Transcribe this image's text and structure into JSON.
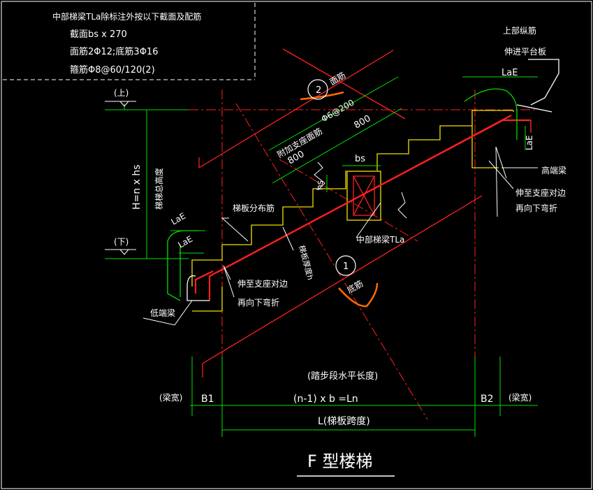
{
  "note": {
    "line1": "中部梯梁TLa除标注外按以下截面及配筋",
    "line2": "截面bs x 270",
    "line3": "面筋2Φ12;底筋3Φ16",
    "line4": "箍筋Φ8@60/120(2)"
  },
  "levels": {
    "upper": "(上)",
    "lower": "(下)"
  },
  "dims": {
    "height_formula": "H=n x hs",
    "height_label": "梯梯总高度",
    "bs": "bs",
    "hs": "hs",
    "d800a": "800",
    "d800b": "800",
    "lae_top": "LaE",
    "lae_right": "LaE",
    "lae_left1": "LaE",
    "lae_left2": "LaE",
    "step_run_label": "(踏步段水平长度)",
    "step_run_formula": "(n-1) x b =Ln",
    "span_label": "L(梯板跨度)",
    "b1": "B1",
    "b2": "B2",
    "beam_width_left": "(梁宽)",
    "beam_width_right": "(梁宽)"
  },
  "labels": {
    "upper_rebar": "上部纵筋",
    "extend_to_slab": "伸进平台板",
    "circle2": "2",
    "top_bar": "面筋",
    "added_top_bar": "附加支座面筋",
    "spacing": "Φ6@200",
    "high_end_beam": "高端梁",
    "extend_right1": "伸至支座对边",
    "extend_right2": "再向下弯折",
    "distribution_bar": "梯板分布筋",
    "mid_beam": "中部梯梁TLa",
    "slab_thickness": "梯板厚度h",
    "circle1": "1",
    "bottom_bar": "底筋",
    "extend_left1": "伸至支座对边",
    "extend_left2": "再向下弯折",
    "low_end_beam": "低端梁"
  },
  "title": "F  型楼梯",
  "colors": {
    "background": "#000000",
    "red": "#ff2020",
    "green": "#00e000",
    "yellow": "#f0e000",
    "white": "#ffffff",
    "orange": "#ff6a00"
  }
}
